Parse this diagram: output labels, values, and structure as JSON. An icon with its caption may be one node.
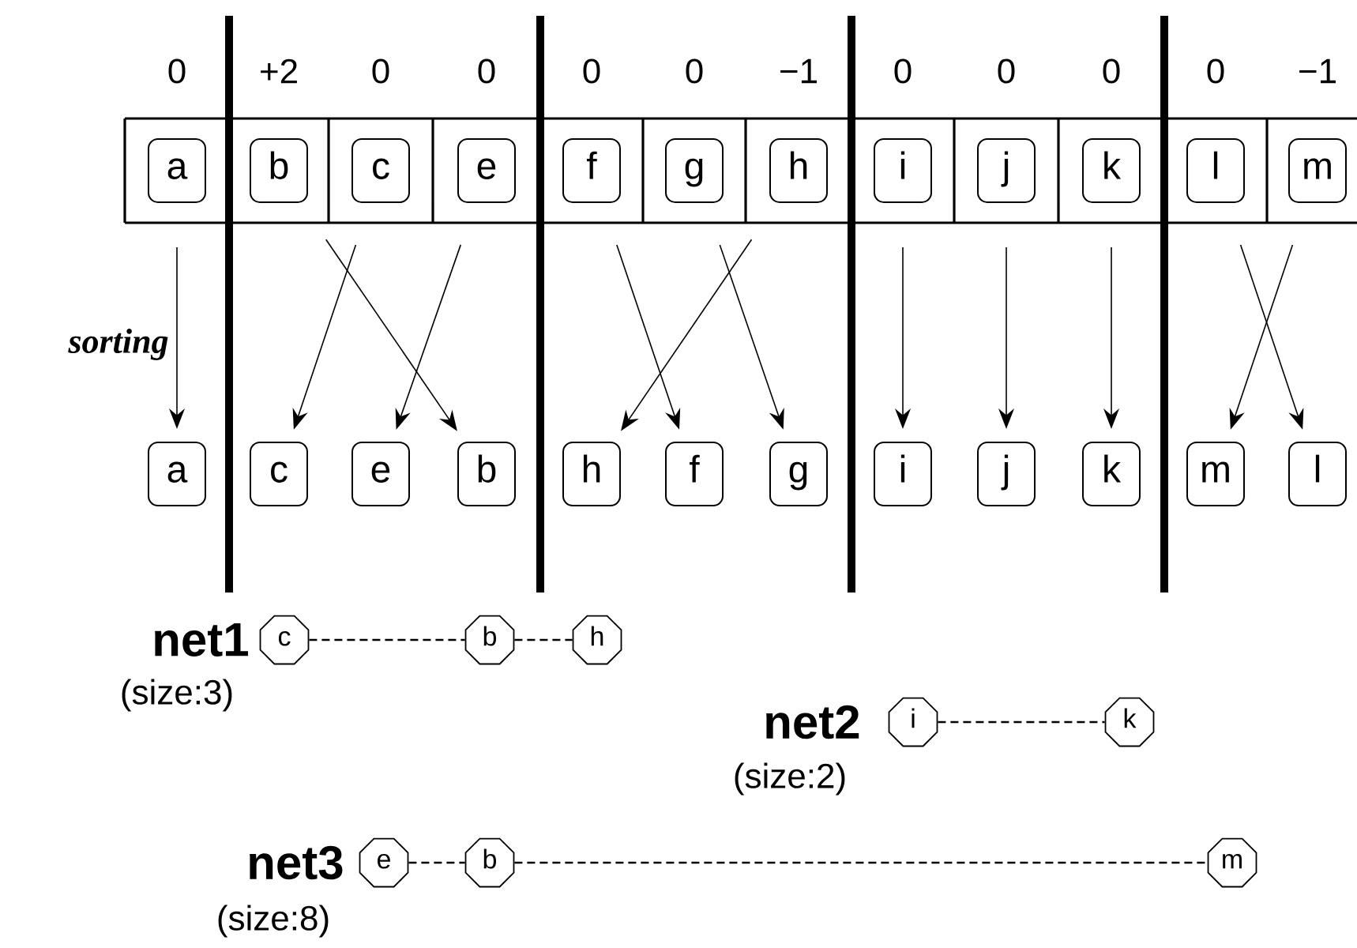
{
  "diagram": {
    "nodes": [
      {
        "text": [
          "a"
        ],
        "beside": [
          "0"
        ]
      },
      {
        "text": [
          "b"
        ],
        "beside": [
          "+2"
        ]
      },
      {
        "text": [
          "c"
        ],
        "beside": [
          "0"
        ]
      },
      {
        "text": [
          "e"
        ],
        "beside": [
          "0"
        ]
      },
      {
        "text": [
          "f"
        ],
        "beside": [
          "0"
        ]
      },
      {
        "text": [
          "g"
        ],
        "beside": [
          "0"
        ]
      },
      {
        "text": [
          "h"
        ],
        "beside": [
          "−1"
        ]
      },
      {
        "text": [
          "i"
        ],
        "beside": [
          "0"
        ]
      },
      {
        "text": [
          "j"
        ],
        "beside": [
          "0"
        ]
      },
      {
        "text": [
          "k"
        ],
        "beside": [
          "0"
        ]
      },
      {
        "text": [
          "l"
        ],
        "beside": [
          "0"
        ]
      },
      {
        "text": [
          "m"
        ],
        "beside": [
          "−1"
        ]
      },
      {
        "text": [
          "a"
        ]
      },
      {
        "text": [
          "c"
        ]
      },
      {
        "text": [
          "e"
        ]
      },
      {
        "text": [
          "b"
        ]
      },
      {
        "text": [
          "h"
        ]
      },
      {
        "text": [
          "f"
        ]
      },
      {
        "text": [
          "g"
        ]
      },
      {
        "text": [
          "i"
        ]
      },
      {
        "text": [
          "j"
        ]
      },
      {
        "text": [
          "k"
        ]
      },
      {
        "text": [
          "m"
        ]
      },
      {
        "text": [
          "l"
        ]
      },
      {
        "text": [
          "c"
        ]
      },
      {
        "text": [
          "b"
        ]
      },
      {
        "text": [
          "h"
        ]
      },
      {
        "text": [
          "i"
        ]
      },
      {
        "text": [
          "k"
        ]
      },
      {
        "text": [
          "e"
        ]
      },
      {
        "text": [
          "b"
        ]
      },
      {
        "text": [
          "m"
        ]
      }
    ],
    "edges": [
      {
        "from": 0,
        "to": 12,
        "arrow": "to"
      },
      {
        "from": 1,
        "to": 15,
        "arrow": "to"
      },
      {
        "from": 2,
        "to": 13,
        "arrow": "to"
      },
      {
        "from": 3,
        "to": 14,
        "arrow": "to"
      },
      {
        "from": 4,
        "to": 17,
        "arrow": "to"
      },
      {
        "from": 5,
        "to": 18,
        "arrow": "to"
      },
      {
        "from": 6,
        "to": 16,
        "arrow": "to"
      },
      {
        "from": 7,
        "to": 19,
        "arrow": "to"
      },
      {
        "from": 8,
        "to": 20,
        "arrow": "to"
      },
      {
        "from": 9,
        "to": 21,
        "arrow": "to"
      },
      {
        "from": 10,
        "to": 23,
        "arrow": "to"
      },
      {
        "from": 11,
        "to": 22,
        "arrow": "to"
      },
      {
        "from": 24,
        "to": 25,
        "arrow": "none",
        "style": "dashed"
      },
      {
        "from": 25,
        "to": 26,
        "arrow": "none",
        "style": "dashed"
      },
      {
        "from": 27,
        "to": 28,
        "arrow": "none",
        "style": "dashed"
      },
      {
        "from": 29,
        "to": 30,
        "arrow": "none",
        "style": "dashed"
      },
      {
        "from": 30,
        "to": 31,
        "arrow": "none",
        "style": "dashed"
      }
    ],
    "labels": [
      "sorting",
      "net1",
      "(size:3)",
      "net2",
      "(size:2)",
      "net3",
      "(size:8)"
    ]
  }
}
